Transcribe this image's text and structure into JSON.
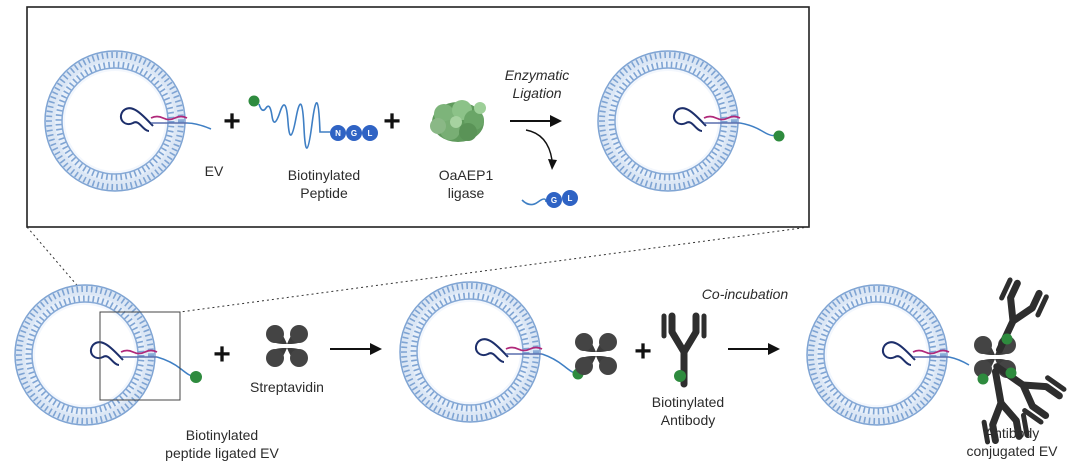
{
  "inset": {
    "labels": {
      "ev": "EV",
      "peptide_line1": "Biotinylated",
      "peptide_line2": "Peptide",
      "ligase_line1": "OaAEP1",
      "ligase_line2": "ligase",
      "step_line1": "Enzymatic",
      "step_line2": "Ligation"
    },
    "residues": [
      "N",
      "G",
      "L"
    ],
    "byproduct_residues": [
      "G",
      "L"
    ]
  },
  "main": {
    "labels": {
      "ligated_line1": "Biotinylated",
      "ligated_line2": "peptide ligated EV",
      "streptavidin": "Streptavidin",
      "coincubation": "Co-incubation",
      "antibody_line1": "Biotinylated",
      "antibody_line2": "Antibody",
      "conjugated_line1": "Antibody",
      "conjugated_line2": "conjugated EV"
    }
  },
  "colors": {
    "membrane": "#8fb2dd",
    "membrane_dark": "#7fa4d3",
    "residue": "#2f63c4",
    "biotin": "#2e8b3e",
    "streptavidin": "#3c3c3c",
    "antibody": "#2e2e2e",
    "ligase": "#6fa86a",
    "rna_magenta": "#b0287a",
    "loop_navy": "#1d2f6b",
    "tail_blue": "#3f7fc4"
  }
}
